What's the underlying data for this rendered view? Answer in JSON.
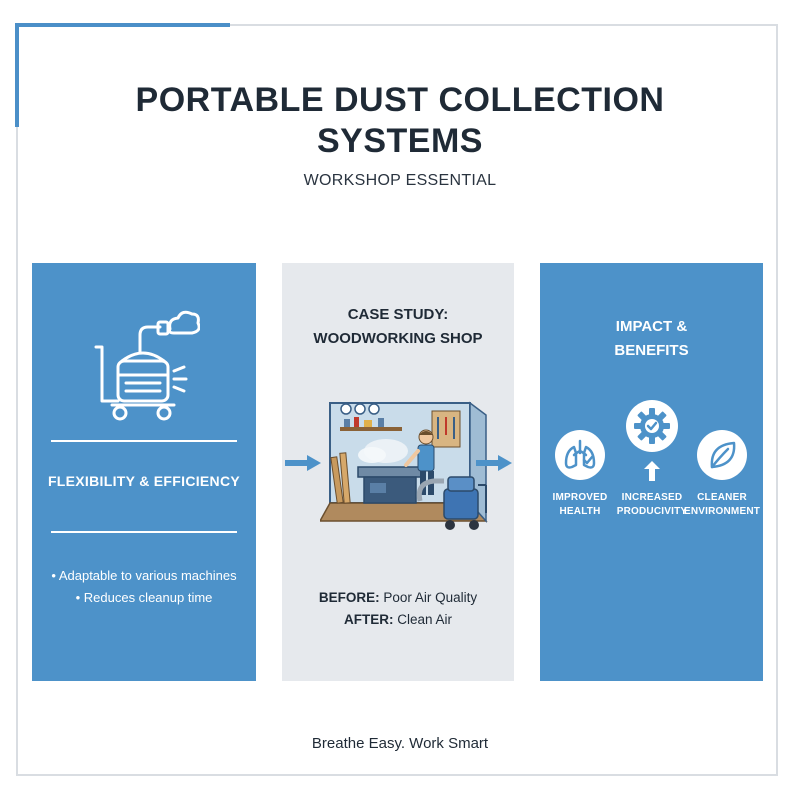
{
  "header": {
    "title_line1": "PORTABLE DUST COLLECTION",
    "title_line2": "SYSTEMS",
    "subtitle": "WORKSHOP ESSENTIAL"
  },
  "left_panel": {
    "icon": "dust-collector-icon",
    "heading": "FLEXIBILITY & EFFICIENCY",
    "bullets": [
      "• Adaptable to various machines",
      "• Reduces cleanup time"
    ]
  },
  "middle_panel": {
    "heading_line1": "CASE STUDY:",
    "heading_line2": "WOODWORKING SHOP",
    "illustration": "woodworking-shop-illustration",
    "before_label": "BEFORE:",
    "before_value": "Poor Air Quality",
    "after_label": "AFTER:",
    "after_value": "Clean Air"
  },
  "right_panel": {
    "heading_line1": "IMPACT &",
    "heading_line2": "BENEFITS",
    "benefits": [
      {
        "icon": "lungs-icon",
        "line1": "IMPROVED",
        "line2": "HEALTH"
      },
      {
        "icon": "gear-icon",
        "line1": "INCREASED",
        "line2": "PRODUCIVITY"
      },
      {
        "icon": "leaf-icon",
        "line1": "CLEANER",
        "line2": "ENVIRONMENT"
      }
    ]
  },
  "footer": {
    "tagline": "Breathe Easy. Work Smart"
  },
  "colors": {
    "accent_blue": "#4d92c9",
    "panel_gray": "#e6e9ed",
    "text_dark": "#1f2a36"
  }
}
